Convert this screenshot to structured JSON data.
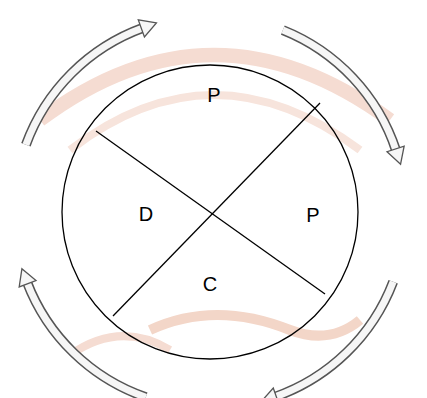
{
  "diagram": {
    "nodes": [
      {
        "text": [
          "P"
        ]
      },
      {
        "text": [
          "P"
        ]
      },
      {
        "text": [
          "C"
        ]
      },
      {
        "text": [
          "D"
        ]
      }
    ],
    "edges": [
      {
        "from": 0,
        "to": 1,
        "arrow": "to"
      },
      {
        "from": 1,
        "to": 2,
        "arrow": "to"
      },
      {
        "from": 2,
        "to": 3,
        "arrow": "to"
      },
      {
        "from": 3,
        "to": 0,
        "arrow": "to"
      }
    ]
  }
}
